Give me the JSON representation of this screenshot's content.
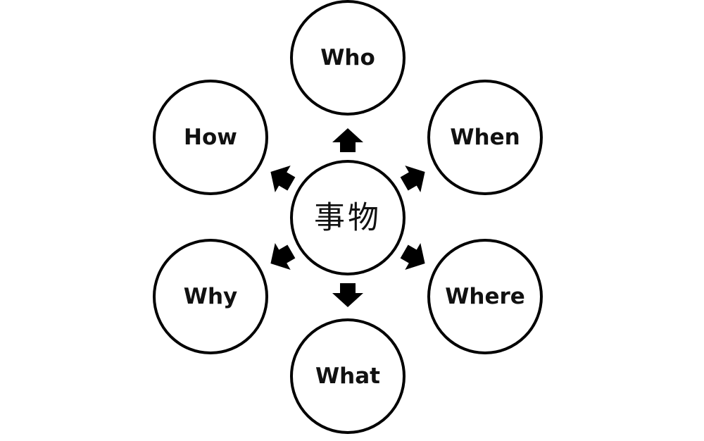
{
  "center": {
    "label": "事物"
  },
  "nodes": [
    {
      "id": "who",
      "label": "Who"
    },
    {
      "id": "when",
      "label": "When"
    },
    {
      "id": "where",
      "label": "Where"
    },
    {
      "id": "what",
      "label": "What"
    },
    {
      "id": "why",
      "label": "Why"
    },
    {
      "id": "how",
      "label": "How"
    }
  ],
  "colors": {
    "stroke": "#000000",
    "fill": "#ffffff",
    "text": "#111111"
  }
}
